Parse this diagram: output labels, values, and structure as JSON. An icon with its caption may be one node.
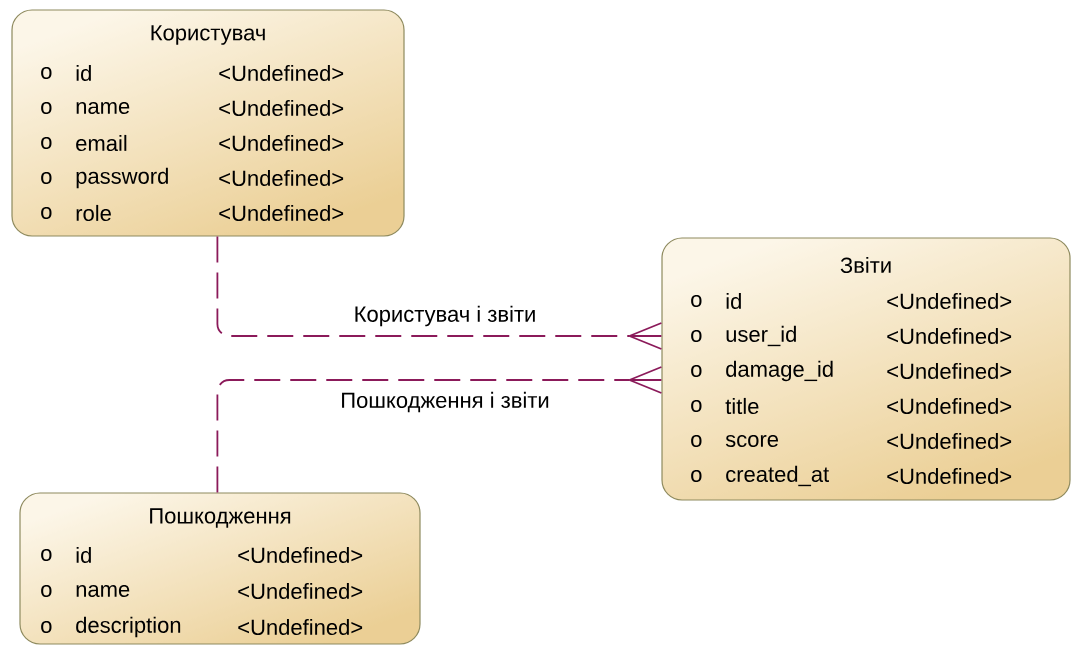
{
  "diagram": {
    "nodes": [
      {
        "text": [
          "Користувач",
          "o",
          "id",
          "<Undefined>",
          "o",
          "name",
          "<Undefined>",
          "o",
          "email",
          "<Undefined>",
          "o",
          "password",
          "<Undefined>",
          "o",
          "role",
          "<Undefined>"
        ]
      },
      {
        "text": [
          "Звіти",
          "o",
          "id",
          "<Undefined>",
          "o",
          "user_id",
          "<Undefined>",
          "o",
          "damage_id",
          "<Undefined>",
          "o",
          "title",
          "<Undefined>",
          "o",
          "score",
          "<Undefined>",
          "o",
          "created_at",
          "<Undefined>"
        ]
      },
      {
        "text": [
          "Пошкодження",
          "o",
          "id",
          "<Undefined>",
          "o",
          "name",
          "<Undefined>",
          "o",
          "description",
          "<Undefined>"
        ]
      }
    ],
    "edges": [
      {
        "from": 0,
        "to": 1,
        "arrow": "other",
        "label": "Користувач і звіти",
        "style": "dashed"
      },
      {
        "from": 2,
        "to": 1,
        "arrow": "other",
        "label": "Пошкодження і звіти",
        "style": "dashed"
      }
    ]
  }
}
